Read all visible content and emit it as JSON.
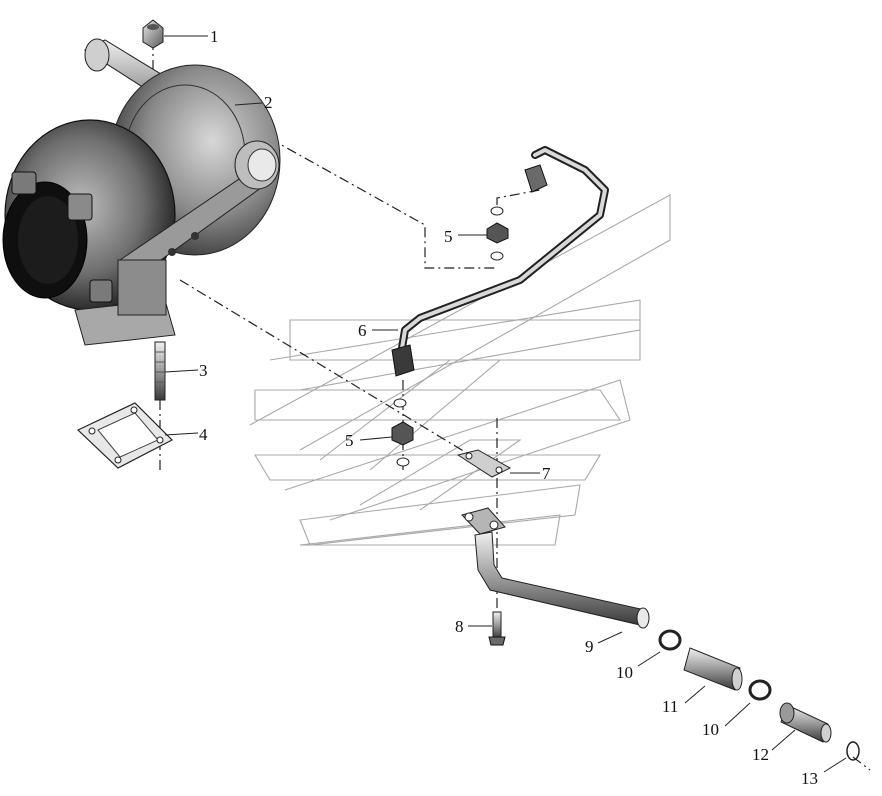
{
  "diagram": {
    "part_numbers": [
      {
        "id": "1",
        "text": "1"
      },
      {
        "id": "2",
        "text": "2"
      },
      {
        "id": "3",
        "text": "3"
      },
      {
        "id": "4",
        "text": "4"
      },
      {
        "id": "5a",
        "text": "5"
      },
      {
        "id": "6",
        "text": "6"
      },
      {
        "id": "5b",
        "text": "5"
      },
      {
        "id": "7",
        "text": "7"
      },
      {
        "id": "8",
        "text": "8"
      },
      {
        "id": "9",
        "text": "9"
      },
      {
        "id": "10a",
        "text": "10"
      },
      {
        "id": "11",
        "text": "11"
      },
      {
        "id": "10b",
        "text": "10"
      },
      {
        "id": "12",
        "text": "12"
      },
      {
        "id": "13",
        "text": "13"
      }
    ]
  }
}
